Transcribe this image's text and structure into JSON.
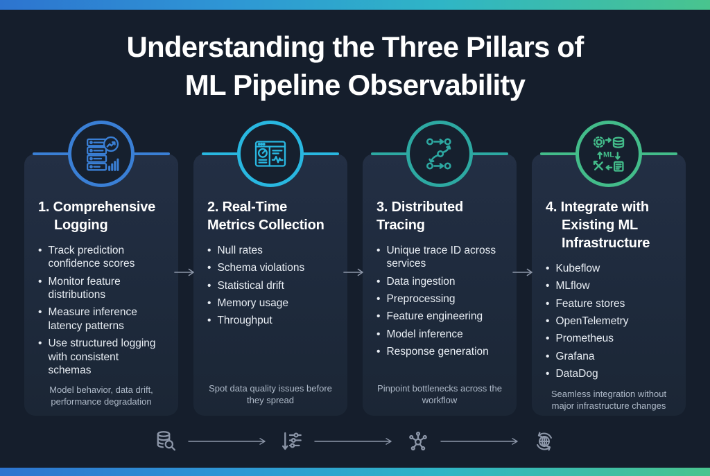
{
  "page": {
    "title_line1": "Understanding the Three Pillars of",
    "title_line2": "ML Pipeline Observability"
  },
  "colors": {
    "background": "#151E2C",
    "card_background": "#1E2A3C",
    "gradient_left": "#2D74CF",
    "gradient_mid": "#2FB5C6",
    "gradient_right": "#49C48E",
    "arrow": "#8D97A9",
    "title_text": "#FFFFFF",
    "bullet_text": "#E9EEF4",
    "footer_text": "#AEB9C8"
  },
  "cards": [
    {
      "icon": "logging-icon",
      "accent": "#3A7FD5",
      "title_lines": [
        {
          "text": "1. Comprehensive",
          "indent": false
        },
        {
          "text": "Logging",
          "indent": true
        }
      ],
      "bullets": [
        "Track prediction confidence scores",
        "Monitor feature distributions",
        "Measure inference latency patterns",
        "Use structured logging with consistent schemas"
      ],
      "footer": "Model behavior, data drift, performance degradation"
    },
    {
      "icon": "metrics-dashboard-icon",
      "accent": "#29B7E0",
      "title_lines": [
        {
          "text": "2. Real-Time",
          "indent": false
        },
        {
          "text": "Metrics Collection",
          "indent": false
        }
      ],
      "bullets": [
        "Null rates",
        "Schema violations",
        "Statistical drift",
        "Memory usage",
        "Throughput"
      ],
      "footer": "Spot data quality issues before they spread"
    },
    {
      "icon": "tracing-icon",
      "accent": "#2DA9A2",
      "title_lines": [
        {
          "text": "3. Distributed",
          "indent": false
        },
        {
          "text": "Tracing",
          "indent": false
        }
      ],
      "bullets": [
        "Unique trace ID across services",
        "Data ingestion",
        "Preprocessing",
        "Feature engineering",
        "Model inference",
        "Response generation"
      ],
      "footer": "Pinpoint bottlenecks across the workflow"
    },
    {
      "icon": "ml-infrastructure-icon",
      "accent": "#43BC8A",
      "title_lines": [
        {
          "text": "4. Integrate with",
          "indent": false
        },
        {
          "text": "Existing ML",
          "indent": true
        },
        {
          "text": "Infrastructure",
          "indent": true
        }
      ],
      "bullets": [
        "Kubeflow",
        "MLflow",
        "Feature stores",
        "OpenTelemetry",
        "Prometheus",
        "Grafana",
        "DataDog"
      ],
      "footer": "Seamless integration without major infrastructure changes"
    }
  ],
  "flow_strip": {
    "icons": [
      "data-search-icon",
      "pipeline-filter-icon",
      "network-node-icon",
      "model-refresh-icon"
    ]
  }
}
